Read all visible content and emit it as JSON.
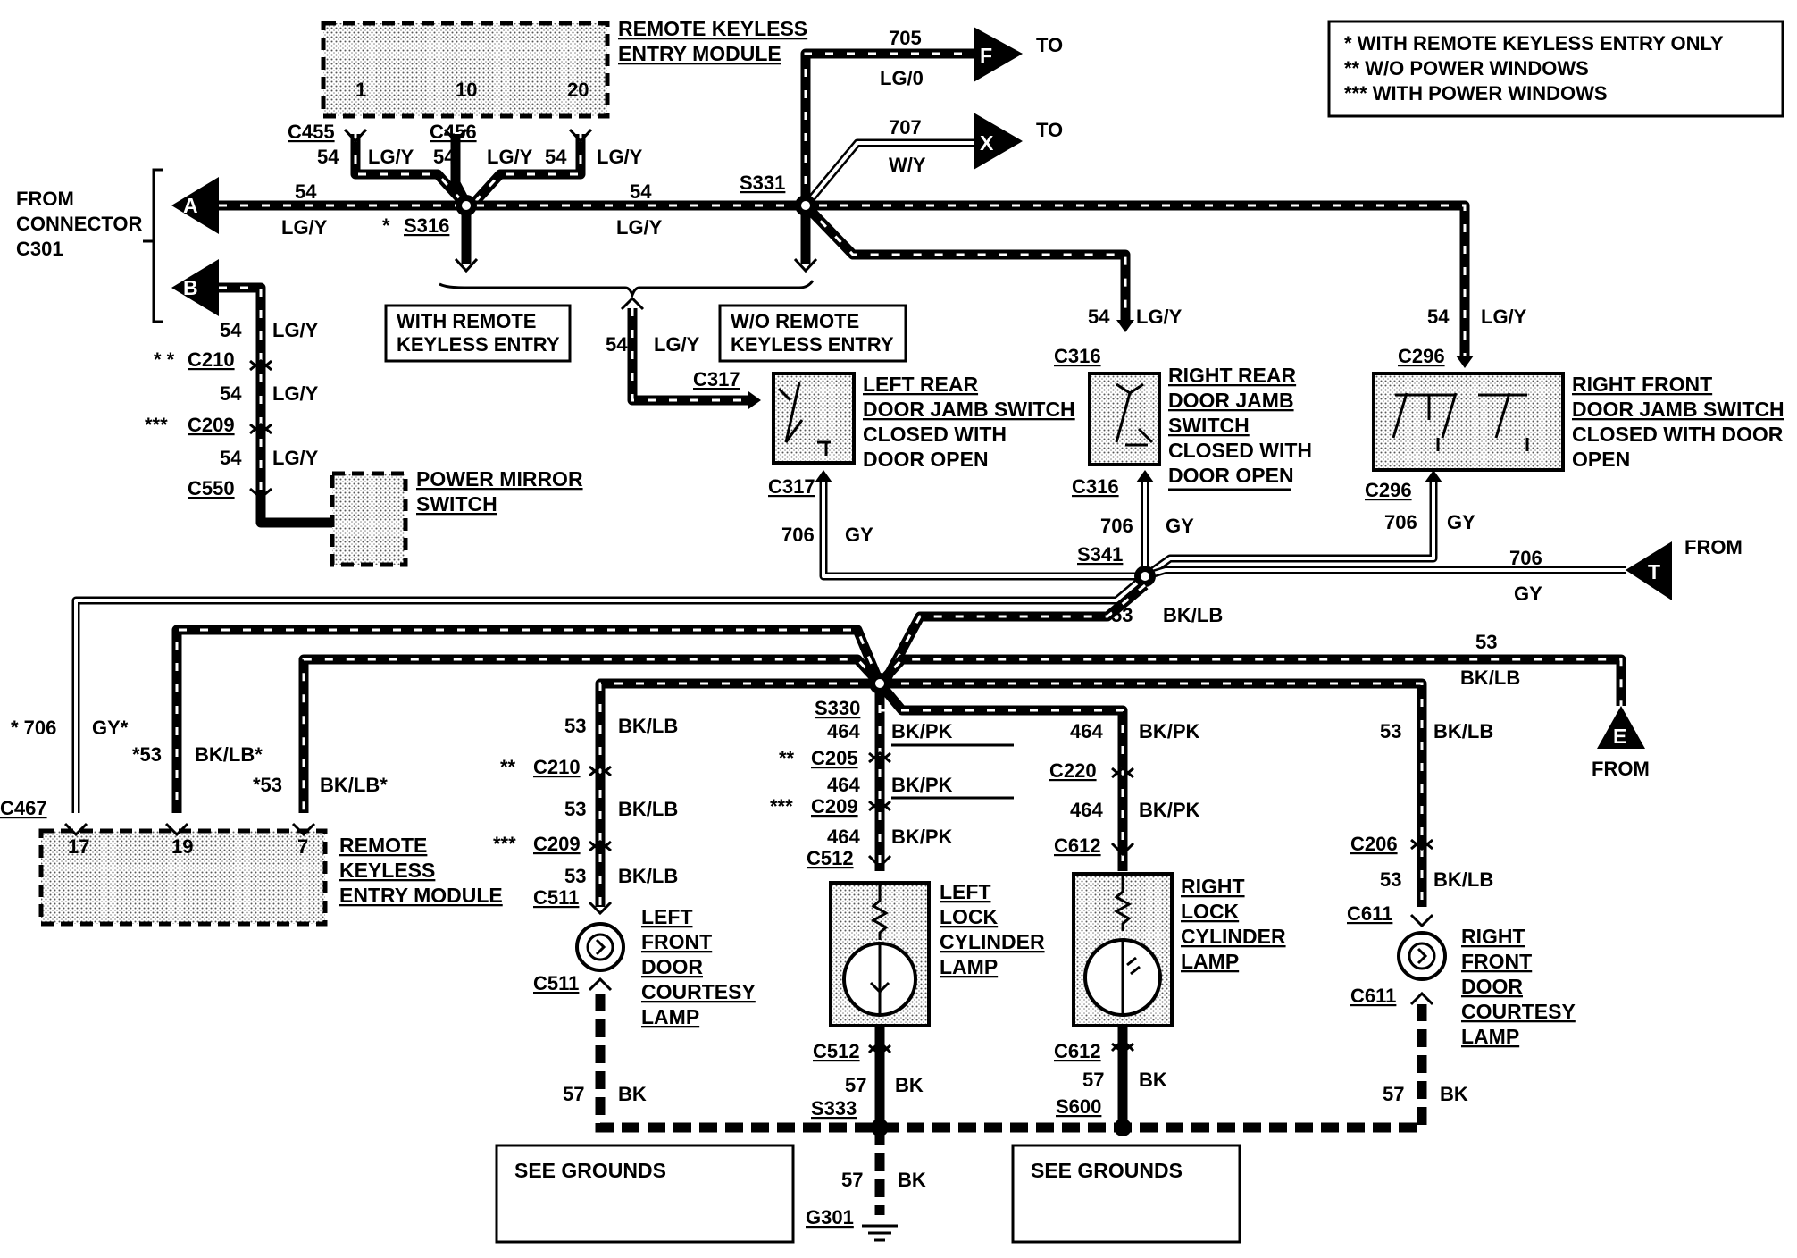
{
  "legend": {
    "line1": "*    WITH  REMOTE KEYLESS ENTRY ONLY",
    "line2": "**     W/O POWER WINDOWS",
    "line3": "***  WITH POWER WINDOWS"
  },
  "terminals": {
    "a": "A",
    "b": "B",
    "f": "F",
    "x": "X",
    "t": "T",
    "e": "E",
    "to_f": "TO",
    "to_x": "TO",
    "from_t": "FROM",
    "from_e": "FROM"
  },
  "from_connector": {
    "line1": "FROM",
    "line2": "CONNECTOR",
    "line3": "C301"
  },
  "components": {
    "rke_top": {
      "line1": "REMOTE KEYLESS",
      "line2": "ENTRY MODULE",
      "pin1": "1",
      "pin2": "10",
      "pin3": "20"
    },
    "power_mirror": {
      "line1": "POWER MIRROR",
      "line2": "SWITCH"
    },
    "left_rear_jamb": {
      "line1": "LEFT REAR",
      "line2": "DOOR JAMB SWITCH",
      "line3": "CLOSED WITH",
      "line4": "DOOR OPEN"
    },
    "right_rear_jamb": {
      "line1": "RIGHT REAR",
      "line2": "DOOR JAMB",
      "line3": "SWITCH",
      "line4": "CLOSED WITH",
      "line5": "DOOR OPEN"
    },
    "right_front_jamb": {
      "line1": "RIGHT FRONT",
      "line2": "DOOR JAMB SWITCH",
      "line3": "CLOSED WITH DOOR",
      "line4": "OPEN"
    },
    "rke_bottom": {
      "line1": "REMOTE",
      "line2": "KEYLESS",
      "line3": "ENTRY MODULE",
      "pin1": "17",
      "pin2": "19",
      "pin3": "7"
    },
    "left_front_lamp": {
      "line1": "LEFT",
      "line2": "FRONT",
      "line3": "DOOR",
      "line4": "COURTESY",
      "line5": "LAMP"
    },
    "left_lock_lamp": {
      "line1": "LEFT",
      "line2": "LOCK",
      "line3": "CYLINDER",
      "line4": "LAMP"
    },
    "right_lock_lamp": {
      "line1": "RIGHT",
      "line2": "LOCK",
      "line3": "CYLINDER",
      "line4": "LAMP"
    },
    "right_front_lamp": {
      "line1": "RIGHT",
      "line2": "FRONT",
      "line3": "DOOR",
      "line4": "COURTESY",
      "line5": "LAMP"
    }
  },
  "option_boxes": {
    "with_rke": {
      "line1": "WITH REMOTE",
      "line2": "KEYLESS ENTRY"
    },
    "without_rke": {
      "line1": "W/O REMOTE",
      "line2": "KEYLESS ENTRY"
    }
  },
  "ground_boxes": {
    "left": "SEE GROUNDS",
    "right": "SEE GROUNDS"
  },
  "connectors": {
    "c455": "C455",
    "c456": "C456",
    "s316": "S316",
    "s316_mark": "*",
    "s331": "S331",
    "c210_top": "C210",
    "c210_top_mark": "* *",
    "c209_top": "C209",
    "c209_top_mark": "***",
    "c550": "C550",
    "c317_in": "C317",
    "c317": "C317",
    "c316_in": "C316",
    "c316": "C316",
    "c296_in": "C296",
    "c296": "C296",
    "s341": "S341",
    "c467": "C467",
    "s330": "S330",
    "c210_b": "C210",
    "c210_b_mark": "**",
    "c209_b": "C209",
    "c209_b_mark": "***",
    "c511_in": "C511",
    "c511": "C511",
    "c205": "C205",
    "c205_mark": "**",
    "c209_c": "C209",
    "c209_c_mark": "***",
    "c512_in": "C512",
    "c512": "C512",
    "c220": "C220",
    "c612_in": "C612",
    "c612": "C612",
    "c206": "C206",
    "c611_in": "C611",
    "c611": "C611",
    "s333": "S333",
    "s600": "S600",
    "g301": "G301"
  },
  "wires": {
    "w705": "705",
    "lg_o": "LG/0",
    "w707": "707",
    "w_y": "W/Y",
    "a_54": "54",
    "a_lgy": "LG/Y",
    "mid_54": "54",
    "mid_lgy": "LG/Y",
    "c455_54": "54",
    "c455_lgy": "LG/Y",
    "c456_54a": "54",
    "c456_lgy_a": "LG/Y",
    "c456_54b": "54",
    "c456_lgy_b": "LG/Y",
    "b1_54": "54",
    "b1_lgy": "LG/Y",
    "b2_54": "54",
    "b2_lgy": "LG/Y",
    "b3_54": "54",
    "b3_lgy": "LG/Y",
    "lr_54": "54",
    "lr_lgy": "LG/Y",
    "rr_54": "54",
    "rr_lgy": "LG/Y",
    "rf_54": "54",
    "rf_lgy": "LG/Y",
    "lr_706": "706",
    "lr_gy": "GY",
    "rr_706": "706",
    "rr_gy": "GY",
    "rf_706": "706",
    "rf_gy": "GY",
    "t_706": "706",
    "t_gy": "GY",
    "s341_53": "53",
    "s341_bklb": "BK/LB",
    "e_53": "53",
    "e_bklb": "BK/LB",
    "rke_706": "* 706",
    "rke_gy": "GY*",
    "rke_53a": "*53",
    "rke_bklb_a": "BK/LB*",
    "rke_53b": "*53",
    "rke_bklb_b": "BK/LB*",
    "lf1_53": "53",
    "lf1_bklb": "BK/LB",
    "lf2_53": "53",
    "lf2_bklb": "BK/LB",
    "lf3_53": "53",
    "lf3_bklb": "BK/LB",
    "ll1_464": "464",
    "ll1_bkpk": "BK/PK",
    "ll2_464": "464",
    "ll2_bkpk": "BK/PK",
    "ll3_464": "464",
    "ll3_bkpk": "BK/PK",
    "rl1_464": "464",
    "rl1_bkpk": "BK/PK",
    "rl2_464": "464",
    "rl2_bkpk": "BK/PK",
    "rfl1_53": "53",
    "rfl1_bklb": "BK/LB",
    "rfl2_53": "53",
    "rfl2_bklb": "BK/LB",
    "g1_57": "57",
    "g1_bk": "BK",
    "g2_57": "57",
    "g2_bk": "BK",
    "g3_57": "57",
    "g3_bk": "BK",
    "g4_57": "57",
    "g4_bk": "BK",
    "g5_57": "57",
    "g5_bk": "BK"
  }
}
